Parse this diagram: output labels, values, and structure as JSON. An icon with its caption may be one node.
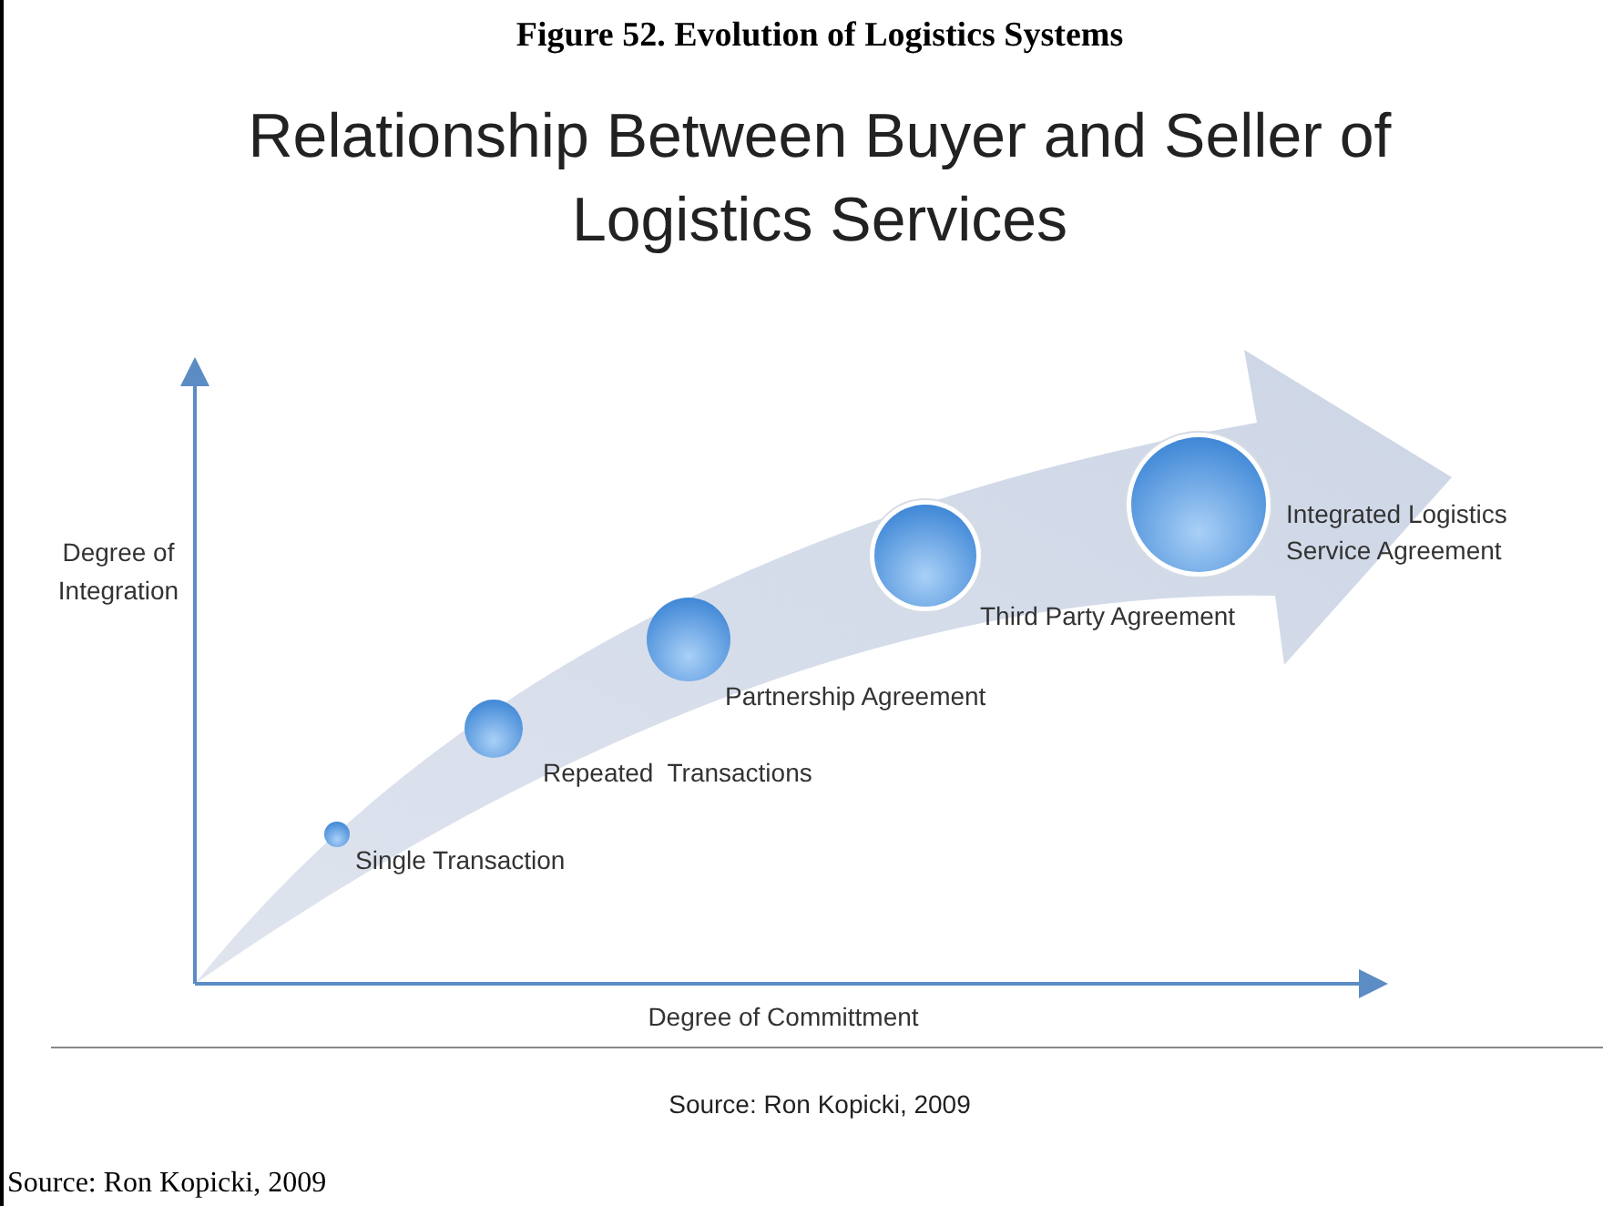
{
  "diagram": {
    "title": "Figure 52. Evolution of Logistics Systems",
    "nodes": [
      {
        "text": [],
        "shape": "circle",
        "beside": [
          "Single Transaction"
        ]
      },
      {
        "text": [],
        "shape": "circle",
        "beside": [
          "Repeated  Transactions"
        ]
      },
      {
        "text": [],
        "shape": "circle",
        "beside": [
          "Partnership Agreement"
        ]
      },
      {
        "text": [],
        "shape": "circle",
        "beside": [
          "Third Party Agreement"
        ]
      },
      {
        "text": [],
        "shape": "circle",
        "beside": [
          "Integrated Logistics Service Agreement"
        ]
      }
    ],
    "edges": [],
    "labels": [
      "Relationship Between Buyer and Seller of Logistics Services",
      "Degree of Integration",
      "Degree of Committment",
      "Source: Ron Kopicki, 2009"
    ],
    "caption": "Source: Ron Kopicki, 2009"
  }
}
